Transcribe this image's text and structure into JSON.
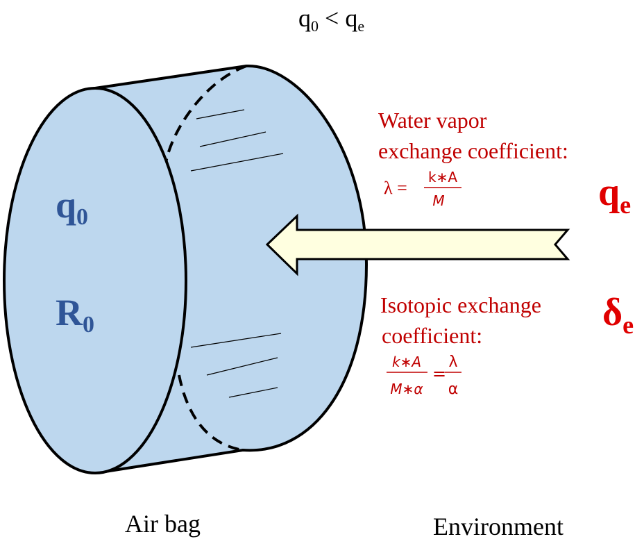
{
  "title": {
    "q0": "q",
    "q0_sub": "0",
    "lt": " < ",
    "qe": "q",
    "qe_sub": "e"
  },
  "cylinder": {
    "q0_label": "q",
    "q0_sub": "0",
    "r0_label": "R",
    "r0_sub": "0",
    "fill_color": "#bdd7ee"
  },
  "arrow": {
    "fill_color": "#ffffe0"
  },
  "water_vapor": {
    "line1": "Water vapor",
    "line2": "exchange coefficient:",
    "lambda_prefix": "λ =",
    "numerator": "k∗A",
    "denominator": "M"
  },
  "isotopic": {
    "line1": "Isotopic exchange",
    "line2": "coefficient:",
    "numerator": "k∗A",
    "denominator": "M∗α",
    "equals": "=",
    "rhs_numerator": "λ",
    "rhs_denominator": "α"
  },
  "environment_symbols": {
    "q_label": "q",
    "q_sub": "e",
    "delta_label": "δ",
    "delta_sub": "e"
  },
  "captions": {
    "left": "Air bag",
    "right": "Environment"
  },
  "colors": {
    "blue_text": "#2f5597",
    "red_text": "#c00000"
  }
}
